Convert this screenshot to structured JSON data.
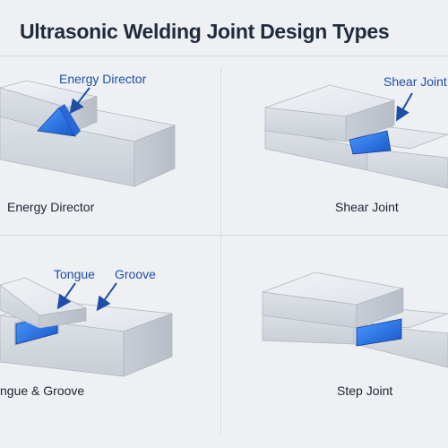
{
  "title": "Ultrasonic Welding Joint Design Types",
  "panels": {
    "energy_director": {
      "callout": "Energy Director",
      "caption": "Energy Director"
    },
    "shear_joint": {
      "callout": "Shear Joint",
      "caption": "Shear Joint"
    },
    "tongue_groove": {
      "callout_tongue": "Tongue",
      "callout_groove": "Groove",
      "caption": "ngue & Groove"
    },
    "step_joint": {
      "caption": "Step Joint"
    }
  },
  "colors": {
    "background": "#eef0f4",
    "callout_text": "#1d4fa8",
    "weld_accent": "#1f6fe0",
    "block_top": "#e6e9ee",
    "block_front": "#d5d9df",
    "block_side": "#c4c9d1"
  }
}
